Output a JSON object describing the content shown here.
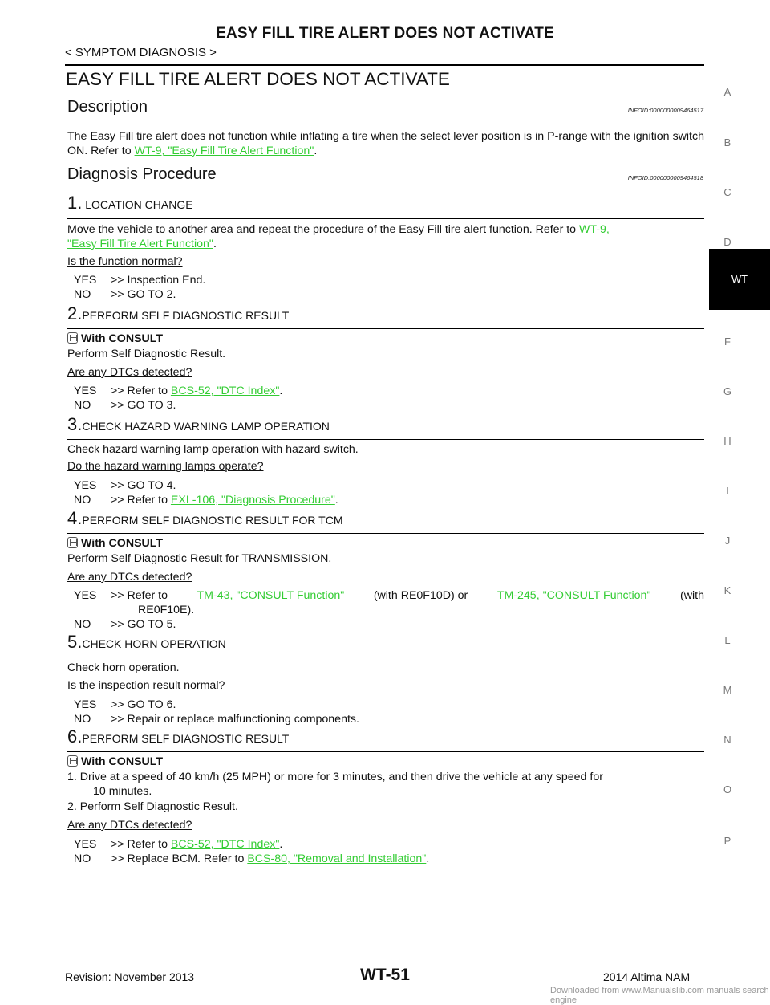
{
  "header": {
    "title": "EASY FILL TIRE ALERT DOES NOT ACTIVATE",
    "breadcrumb": "< SYMPTOM DIAGNOSIS >"
  },
  "main_heading": "EASY FILL TIRE ALERT DOES NOT ACTIVATE",
  "description": {
    "heading": "Description",
    "infoid": "INFOID:0000000009464517",
    "text_before": "The Easy Fill tire alert does not function while inflating a tire when the select lever position is in P-range with the ignition switch ON. Refer to ",
    "link": "WT-9, \"Easy Fill Tire Alert Function\"",
    "text_after": "."
  },
  "procedure": {
    "heading": "Diagnosis Procedure",
    "infoid": "INFOID:0000000009464518"
  },
  "steps": {
    "s1": {
      "num": "1.",
      "title": " LOCATION CHANGE",
      "text_before": "Move the vehicle to another area and repeat the procedure of the Easy Fill tire alert function. Refer to ",
      "link_a": "WT-9,",
      "link_b": "\"Easy Fill Tire Alert Function\"",
      "text_after": ".",
      "question": "Is the function normal?",
      "yes": "YES",
      "yes_text": ">> Inspection End.",
      "no": "NO",
      "no_text": ">> GO TO 2."
    },
    "s2": {
      "num": "2.",
      "title": "PERFORM SELF DIAGNOSTIC RESULT",
      "consult": "With CONSULT",
      "text": "Perform Self Diagnostic Result.",
      "question": "Are any DTCs detected?",
      "yes": "YES",
      "yes_pre": ">> Refer to ",
      "yes_link": "BCS-52, \"DTC Index\"",
      "yes_post": ".",
      "no": "NO",
      "no_text": ">> GO TO 3."
    },
    "s3": {
      "num": "3.",
      "title": "CHECK HAZARD WARNING LAMP OPERATION",
      "text": "Check hazard warning lamp operation with hazard switch.",
      "question": "Do the hazard warning lamps operate?",
      "yes": "YES",
      "yes_text": ">> GO TO 4.",
      "no": "NO",
      "no_pre": ">> Refer to ",
      "no_link": "EXL-106, \"Diagnosis Procedure\"",
      "no_post": "."
    },
    "s4": {
      "num": "4.",
      "title": "PERFORM SELF DIAGNOSTIC RESULT FOR TCM",
      "consult": "With CONSULT",
      "text": "Perform Self Diagnostic Result for TRANSMISSION.",
      "question": "Are any DTCs detected?",
      "yes": "YES",
      "yes_pre": ">> Refer to ",
      "yes_link1": "TM-43, \"CONSULT Function\"",
      "yes_mid": " (with RE0F10D) or ",
      "yes_link2": "TM-245, \"CONSULT Function\"",
      "yes_post": " (with",
      "yes_cont": "RE0F10E).",
      "no": "NO",
      "no_text": ">> GO TO 5."
    },
    "s5": {
      "num": "5.",
      "title": "CHECK HORN OPERATION",
      "text": "Check horn operation.",
      "question": "Is the inspection result normal?",
      "yes": "YES",
      "yes_text": ">> GO TO 6.",
      "no": "NO",
      "no_text": ">> Repair or replace malfunctioning components."
    },
    "s6": {
      "num": "6.",
      "title": "PERFORM SELF DIAGNOSTIC RESULT",
      "consult": "With CONSULT",
      "item1": "1.  Drive at a speed of 40 km/h (25 MPH) or more for 3 minutes, and then drive the vehicle at any speed for",
      "item1_cont": "10 minutes.",
      "item2": "2.  Perform Self Diagnostic Result.",
      "question": "Are any DTCs detected?",
      "yes": "YES",
      "yes_pre": ">> Refer to ",
      "yes_link": "BCS-52, \"DTC Index\"",
      "yes_post": ".",
      "no": "NO",
      "no_pre": ">> Replace BCM. Refer to ",
      "no_link": "BCS-80, \"Removal and Installation\"",
      "no_post": "."
    }
  },
  "side_tabs": [
    "A",
    "B",
    "C",
    "D",
    "WT",
    "F",
    "G",
    "H",
    "I",
    "J",
    "K",
    "L",
    "M",
    "N",
    "O",
    "P"
  ],
  "footer": {
    "revision": "Revision: November 2013",
    "page": "WT-51",
    "model": "2014 Altima NAM",
    "watermark": "Downloaded from www.Manualslib.com manuals search engine"
  }
}
